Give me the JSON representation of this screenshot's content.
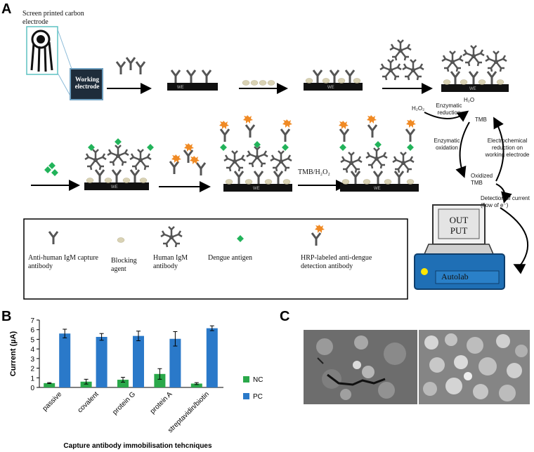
{
  "panels": {
    "a": "A",
    "b": "B",
    "c": "C"
  },
  "electrode": {
    "label": "Screen printed carbon electrode",
    "working": "Working electrode",
    "we_text": "WE"
  },
  "cycle": {
    "h2o2": "H₂O₂",
    "h2o": "H₂O",
    "enz_red": "Enzymatic reduction",
    "tmb": "TMB",
    "enz_ox": "Enzymatic oxidation",
    "echem": "Electrochemical reduction on working electrode",
    "ox_tmb": "Oxidized TMB",
    "detect": "Detection of current (flow of e⁻)",
    "step_label": "TMB/H₂O₂"
  },
  "legend": {
    "items": [
      "Anti-human IgM capture antibody",
      "Blocking agent",
      "Human IgM antibody",
      "Dengue antigen",
      "HRP-labeled anti-dengue detection antibody"
    ]
  },
  "instrument": {
    "screen": "OUT PUT",
    "brand": "Autolab"
  },
  "colors": {
    "we_bar": "#111111",
    "blocking": "#d9d2b4",
    "antigen": "#22b35a",
    "hrp": "#f08a24",
    "antibody": "#555555",
    "nc": "#2aa84a",
    "pc": "#2a79c9",
    "autolab": "#1f6fb5"
  },
  "chart_data": {
    "type": "bar",
    "categories": [
      "passive",
      "covalent",
      "protein G",
      "protein A",
      "streptavidin/biotin"
    ],
    "series": [
      {
        "name": "NC",
        "values": [
          0.45,
          0.6,
          0.8,
          1.4,
          0.4
        ],
        "errors": [
          0.05,
          0.25,
          0.25,
          0.55,
          0.1
        ]
      },
      {
        "name": "PC",
        "values": [
          5.6,
          5.25,
          5.35,
          5.05,
          6.15
        ],
        "errors": [
          0.45,
          0.35,
          0.5,
          0.75,
          0.25
        ]
      }
    ],
    "ylabel": "Current (µA)",
    "xlabel": "Capture antibody immobilisation tehcniques",
    "ylim": [
      0,
      7
    ],
    "yticks": [
      "0",
      "1",
      "2",
      "3",
      "4",
      "5",
      "6",
      "7"
    ],
    "legend_placement": "right",
    "grid": false
  }
}
